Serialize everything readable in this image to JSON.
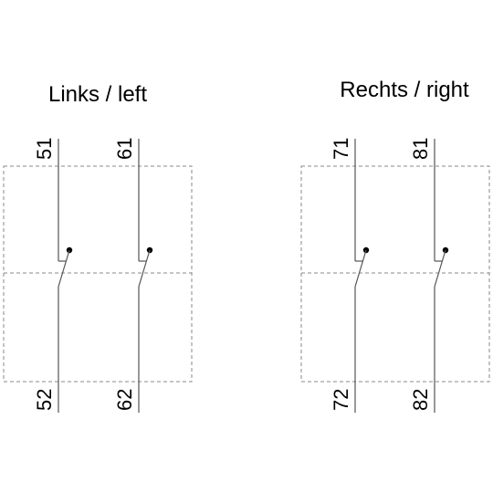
{
  "left_block": {
    "title": "Links / left",
    "contacts": [
      {
        "top_terminal": "51",
        "bottom_terminal": "52"
      },
      {
        "top_terminal": "61",
        "bottom_terminal": "62"
      }
    ]
  },
  "right_block": {
    "title": "Rechts / right",
    "contacts": [
      {
        "top_terminal": "71",
        "bottom_terminal": "72"
      },
      {
        "top_terminal": "81",
        "bottom_terminal": "82"
      }
    ]
  }
}
